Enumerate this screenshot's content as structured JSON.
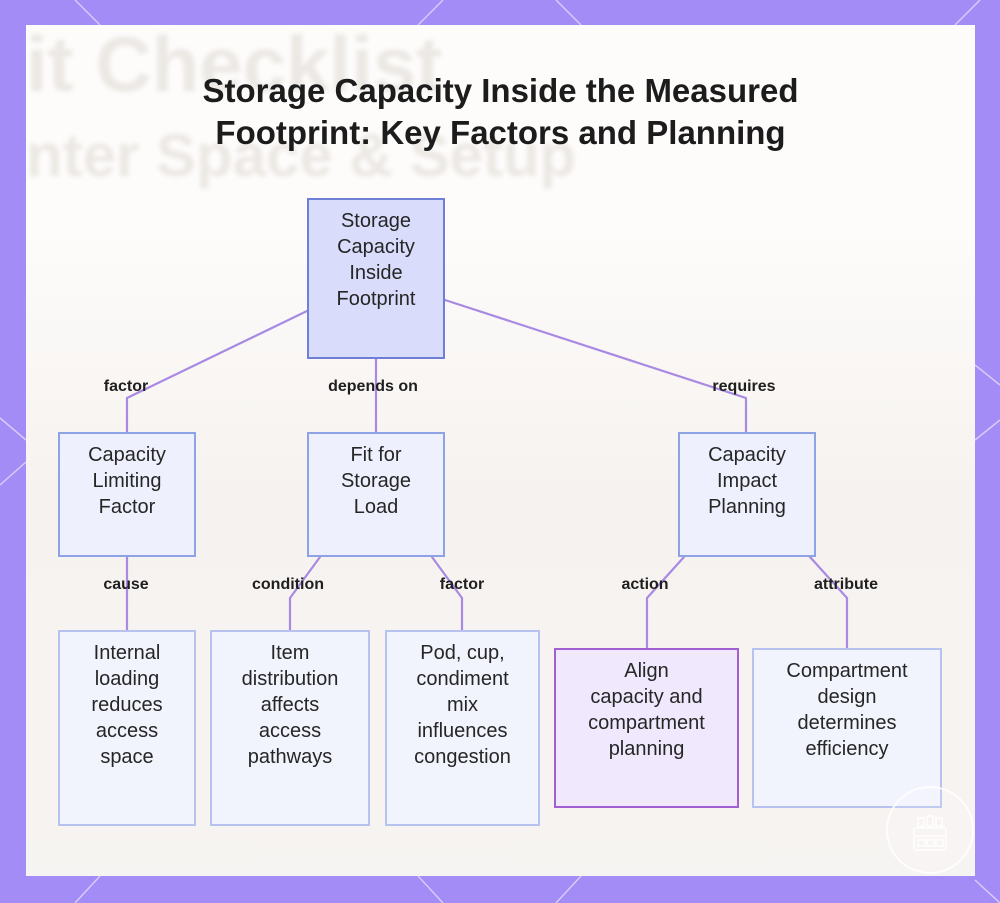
{
  "title": {
    "line1": "Storage Capacity Inside the Measured",
    "line2": "Footprint: Key Factors and Planning"
  },
  "background_ghost_text": {
    "line1": "it Checklist",
    "line2": "nter Space & Setup"
  },
  "colors": {
    "frame": "#a48cf6",
    "edge": "#a98ae2",
    "node_border": "#8a9de8",
    "accent_border": "#a15fd2"
  },
  "nodes": {
    "root": [
      "Storage",
      "Capacity",
      "Inside",
      "Footprint"
    ],
    "limiting": [
      "Capacity",
      "Limiting",
      "Factor"
    ],
    "fit": [
      "Fit for",
      "Storage",
      "Load"
    ],
    "planning": [
      "Capacity",
      "Impact",
      "Planning"
    ],
    "internal": [
      "Internal",
      "loading",
      "reduces",
      "access",
      "space"
    ],
    "distribution": [
      "Item",
      "distribution",
      "affects",
      "access",
      "pathways"
    ],
    "pod": [
      "Pod, cup,",
      "condiment",
      "mix",
      "influences",
      "congestion"
    ],
    "align": [
      "Align",
      "capacity and",
      "compartment",
      "planning"
    ],
    "compartment": [
      "Compartment",
      "design",
      "determines",
      "efficiency"
    ]
  },
  "edge_labels": {
    "factor_top": "factor",
    "depends_on": "depends on",
    "requires": "requires",
    "cause": "cause",
    "condition": "condition",
    "factor_bottom": "factor",
    "action": "action",
    "attribute": "attribute"
  }
}
